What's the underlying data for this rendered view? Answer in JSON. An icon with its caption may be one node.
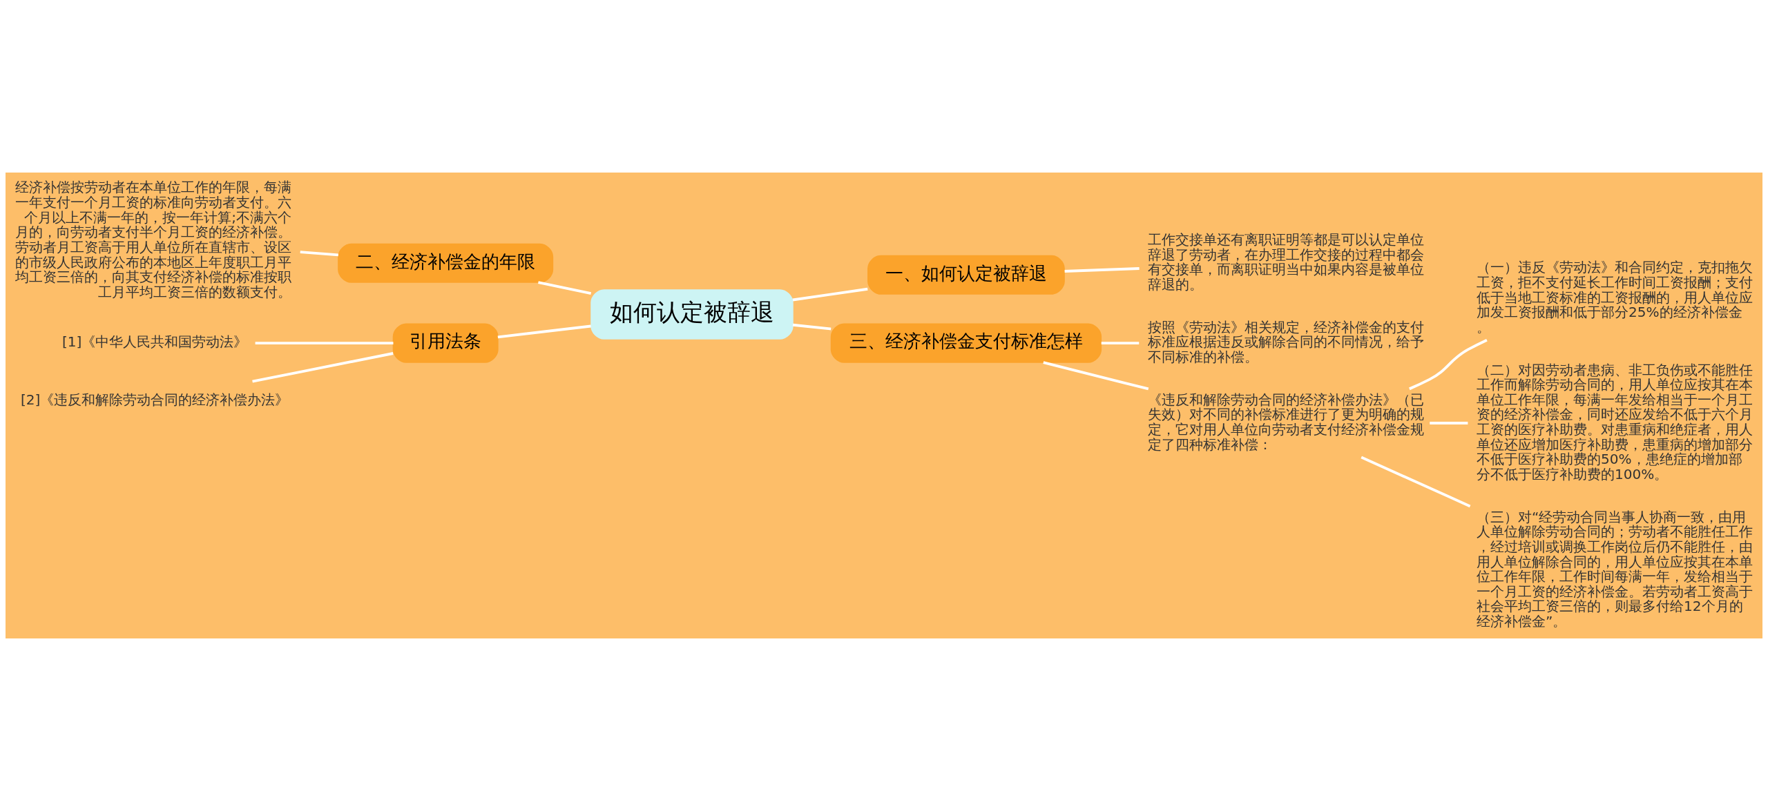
{
  "diagram": {
    "nodes": [
      {
        "text": [
          "如何认定被辞退"
        ]
      },
      {
        "text": [
          "一、如何认定被辞退"
        ]
      },
      {
        "text": [
          "工作交接单还有离职证明等都是可以认定单位辞退了劳动者，在办理工作交接的过程中都会有交接单，而离职证明当中如果内容是被单位辞退的。"
        ]
      },
      {
        "text": [
          "三、经济补偿金支付标准怎样"
        ]
      },
      {
        "text": [
          "按照《劳动法》相关规定，经济补偿金的支付标准应根据违反或解除合同的不同情况，给予不同标准的补偿。"
        ]
      },
      {
        "text": [
          "《违反和解除劳动合同的经济补偿办法》（已失效）对不同的补偿标准进行了更为明确的规定，它对用人单位向劳动者支付经济补偿金规定了四种标准补偿："
        ]
      },
      {
        "text": [
          "（一）违反《劳动法》和合同约定，克扣拖欠工资，拒不支付延长工作时间工资报酬；支付低于当地工资标准的工资报酬的，用人单位应加发工资报酬和低于部分25%的经济补偿金。"
        ]
      },
      {
        "text": [
          "（二）对因劳动者患病、非工负伤或不能胜任工作而解除劳动合同的，用人单位应按其在本单位工作年限，每满一年发给相当于一个月工资的经济补偿金，同时还应发给不低于六个月工资的医疗补助费。对患重病和绝症者，用人单位还应增加医疗补助费，患重病的增加部分不低于医疗补助费的50%，患绝症的增加部分不低于医疗补助费的100%。"
        ]
      },
      {
        "text": [
          "（三）对“经劳动合同当事人协商一致，由用人单位解除劳动合同的；劳动者不能胜任工作，经过培训或调换工作岗位后仍不能胜任，由用人单位解除合同的，用人单位应按其在本单位工作年限，工作时间每满一年，发给相当于一个月工资的经济补偿金。若劳动者工资高于社会平均工资三倍的，则最多付给12个月的经济补偿金”。"
        ]
      },
      {
        "text": [
          "二、经济补偿金的年限"
        ]
      },
      {
        "text": [
          "经济补偿按劳动者在本单位工作的年限，每满一年支付一个月工资的标准向劳动者支付。六个月以上不满一年的，按一年计算;不满六个月的，向劳动者支付半个月工资的经济补偿。劳动者月工资高于用人单位所在直辖市、设区的市级人民政府公布的本地区上年度职工月平均工资三倍的，向其支付经济补偿的标准按职工月平均工资三倍的数额支付。"
        ]
      },
      {
        "text": [
          "引用法条"
        ]
      },
      {
        "text": [
          "[1]《中华人民共和国劳动法》"
        ]
      },
      {
        "text": [
          "[2]《违反和解除劳动合同的经济补偿办法》"
        ]
      }
    ],
    "edges": [
      {
        "from": 0,
        "to": 1,
        "arrow": "none"
      },
      {
        "from": 1,
        "to": 2,
        "arrow": "none"
      },
      {
        "from": 0,
        "to": 3,
        "arrow": "none"
      },
      {
        "from": 3,
        "to": 4,
        "arrow": "none"
      },
      {
        "from": 3,
        "to": 5,
        "arrow": "none"
      },
      {
        "from": 5,
        "to": 6,
        "arrow": "none"
      },
      {
        "from": 5,
        "to": 7,
        "arrow": "none"
      },
      {
        "from": 5,
        "to": 8,
        "arrow": "none"
      },
      {
        "from": 0,
        "to": 9,
        "arrow": "none"
      },
      {
        "from": 9,
        "to": 10,
        "arrow": "none"
      },
      {
        "from": 0,
        "to": 11,
        "arrow": "none"
      },
      {
        "from": 11,
        "to": 12,
        "arrow": "none"
      },
      {
        "from": 11,
        "to": 13,
        "arrow": "none"
      }
    ]
  }
}
